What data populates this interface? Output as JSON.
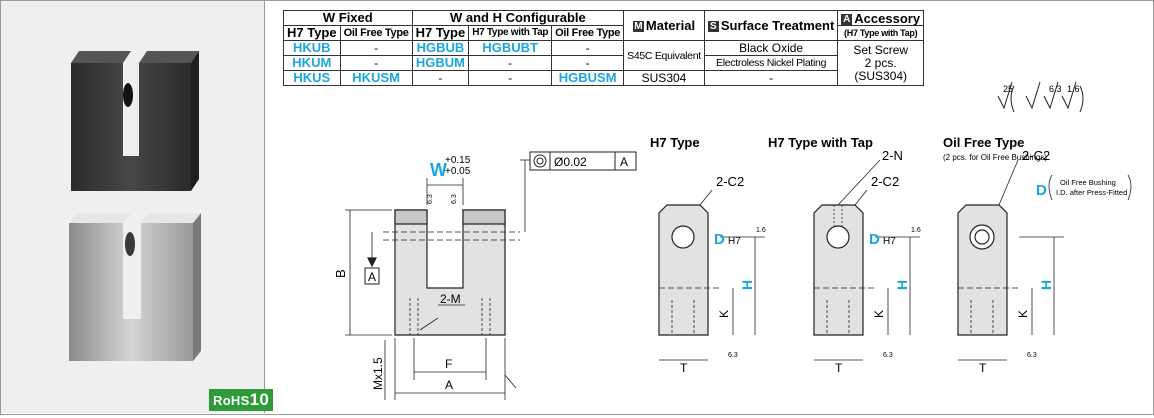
{
  "table": {
    "group_w_fixed": "W Fixed",
    "group_wh_config": "W and H Configurable",
    "material_label": "Material",
    "material_icon": "M",
    "surface_label": "Surface Treatment",
    "surface_icon": "S",
    "accessory_label": "Accessory",
    "accessory_icon": "A",
    "accessory_sub": "(H7 Type with Tap)",
    "sub_headers": [
      "H7 Type",
      "Oil Free Type",
      "H7 Type",
      "H7 Type with Tap",
      "Oil Free Type"
    ],
    "rows": [
      {
        "c1": "HKUB",
        "c2": "-",
        "c3": "HGBUB",
        "c4": "HGBUBT",
        "c5": "-",
        "surface": "Black Oxide"
      },
      {
        "c1": "HKUM",
        "c2": "-",
        "c3": "HGBUM",
        "c4": "-",
        "c5": "-",
        "surface": "Electroless Nickel Plating"
      },
      {
        "c1": "HKUS",
        "c2": "HKUSM",
        "c3": "-",
        "c4": "-",
        "c5": "HGBUSM",
        "surface": "-"
      }
    ],
    "material_top": "S45C Equivalent",
    "material_bottom": "SUS304",
    "accessory_value_1": "Set Screw",
    "accessory_value_2": "2 pcs.",
    "accessory_value_3": "(SUS304)"
  },
  "roughness": {
    "main": "25",
    "a": "6.3",
    "b": "1.6"
  },
  "drawing": {
    "w_label": "W",
    "tol_upper": "+0.15",
    "tol_lower": "+0.05",
    "concentricity_value": "Ø0.02",
    "datum": "A",
    "dim_b": "B",
    "datum_box": "A",
    "dim_2m": "2-M",
    "dim_f": "F",
    "dim_a": "A",
    "dim_m": "Mx1.5",
    "rough_63": "6.3",
    "rough_63b": "6.3"
  },
  "side_views": {
    "h7_title": "H7 Type",
    "tap_title": "H7 Type with Tap",
    "oil_title": "Oil Free Type",
    "oil_note": "(2 pcs. for Oil Free Bushings)",
    "c2": "2-C2",
    "n2": "2-N",
    "d": "D",
    "h7": "H7",
    "r16": "1.6",
    "h": "H",
    "k": "K",
    "t": "T",
    "r63": "6.3",
    "bushing_note_1": "Oil Free Bushing",
    "bushing_note_2": "I.D. after Press-Fitted"
  },
  "badge": {
    "rohs": "RoHS",
    "num": "10",
    "color": "#2e9a3a"
  },
  "accent_color": "#1aa7e0"
}
